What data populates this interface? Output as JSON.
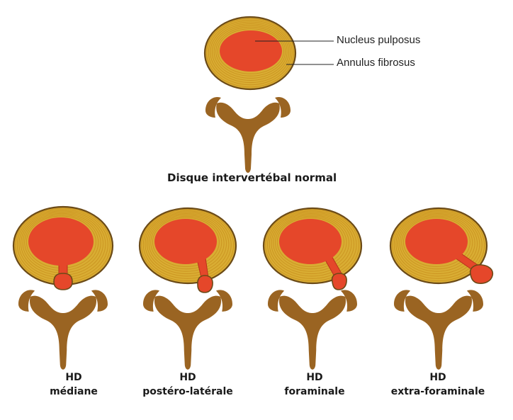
{
  "colors": {
    "annulus": "#d9ad33",
    "ring_line": "#c98f1f",
    "outline": "#6b4a17",
    "nucleus": "#e5472a",
    "nucleus_edge": "#b8321d",
    "bone": "#9a6422"
  },
  "labels": {
    "nucleus": "Nucleus pulposus",
    "annulus": "Annulus fibrosus",
    "normal": "Disque intervertébal normal"
  },
  "hernias": [
    {
      "prefix": "HD",
      "name": "médiane"
    },
    {
      "prefix": "HD",
      "name": "postéro-latérale"
    },
    {
      "prefix": "HD",
      "name": "foraminale"
    },
    {
      "prefix": "HD",
      "name": "extra-foraminale"
    }
  ]
}
